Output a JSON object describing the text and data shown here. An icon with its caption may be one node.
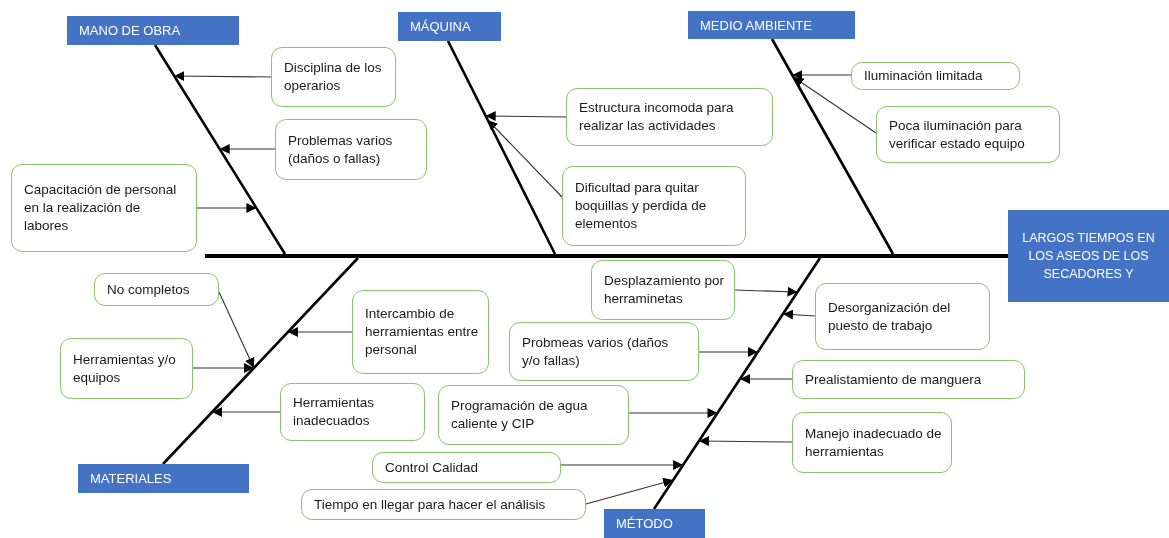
{
  "diagram": {
    "nodes": [
      {
        "text": [
          "MANO DE OBRA"
        ]
      },
      {
        "text": [
          "MÁQUINA"
        ]
      },
      {
        "text": [
          "MEDIO AMBIENTE"
        ]
      },
      {
        "text": [
          "Disciplina de los operarios"
        ]
      },
      {
        "text": [
          "Iluminación limitada"
        ]
      },
      {
        "text": [
          "Estructura incomoda para realizar las actividades"
        ]
      },
      {
        "text": [
          "Poca iluminación para verificar estado equipo"
        ]
      },
      {
        "text": [
          "Problemas varios (daños o fallas)"
        ]
      },
      {
        "text": [
          "Capacitación de personal en la realización de labores"
        ]
      },
      {
        "text": [
          "Dificultad para quitar boquillas y perdida de elementos"
        ]
      },
      {
        "text": [
          "LARGOS TIEMPOS EN LOS ASEOS DE LOS SECADORES Y"
        ]
      },
      {
        "text": [],
        "shape": "bar"
      },
      {
        "text": [
          "Desplazamiento por herraminetas"
        ]
      },
      {
        "text": [
          "No completos"
        ]
      },
      {
        "text": [
          "Desorganización del puesto de trabajo"
        ]
      },
      {
        "text": [
          "Intercambio de herramientas entre personal"
        ]
      },
      {
        "text": [
          "Probmeas varios (daños y/o fallas)"
        ]
      },
      {
        "text": [
          "Herramientas y/o equipos"
        ]
      },
      {
        "text": [
          "Prealistamiento de manguera"
        ]
      },
      {
        "text": [
          "Herramientas inadecuados"
        ]
      },
      {
        "text": [
          "Programación de agua caliente y CIP"
        ]
      },
      {
        "text": [
          "Manejo inadecuado de herramientas"
        ]
      },
      {
        "text": [
          "Control Calidad"
        ]
      },
      {
        "text": [
          "MATERIALES"
        ]
      },
      {
        "text": [
          "Tiempo en llegar para hacer el análisis"
        ]
      },
      {
        "text": [
          "MÉTODO"
        ]
      },
      {
        "text": [],
        "shape": "line"
      },
      {
        "text": [],
        "shape": "line"
      },
      {
        "text": [],
        "shape": "line"
      },
      {
        "text": [],
        "shape": "line"
      },
      {
        "text": [],
        "shape": "line"
      }
    ],
    "edges": [
      {
        "from": 3,
        "to": 26,
        "arrow": "to"
      },
      {
        "from": 4,
        "to": 28,
        "arrow": "to"
      },
      {
        "from": 5,
        "to": 27,
        "arrow": "to"
      },
      {
        "from": 6,
        "to": 28,
        "arrow": "to"
      },
      {
        "from": 7,
        "to": 26,
        "arrow": "to"
      },
      {
        "from": 8,
        "to": 26,
        "arrow": "to"
      },
      {
        "from": 9,
        "to": 27,
        "arrow": "to"
      },
      {
        "from": 12,
        "to": 30,
        "arrow": "to"
      },
      {
        "from": 13,
        "to": 29,
        "arrow": "to"
      },
      {
        "from": 14,
        "to": 30,
        "arrow": "to"
      },
      {
        "from": 15,
        "to": 29,
        "arrow": "to"
      },
      {
        "from": 16,
        "to": 30,
        "arrow": "to"
      },
      {
        "from": 17,
        "to": 29,
        "arrow": "to"
      },
      {
        "from": 18,
        "to": 30,
        "arrow": "to"
      },
      {
        "from": 19,
        "to": 29,
        "arrow": "to"
      },
      {
        "from": 20,
        "to": 30,
        "arrow": "to"
      },
      {
        "from": 21,
        "to": 30,
        "arrow": "to"
      },
      {
        "from": 22,
        "to": 30,
        "arrow": "to"
      },
      {
        "from": 24,
        "to": 30,
        "arrow": "to"
      }
    ]
  }
}
